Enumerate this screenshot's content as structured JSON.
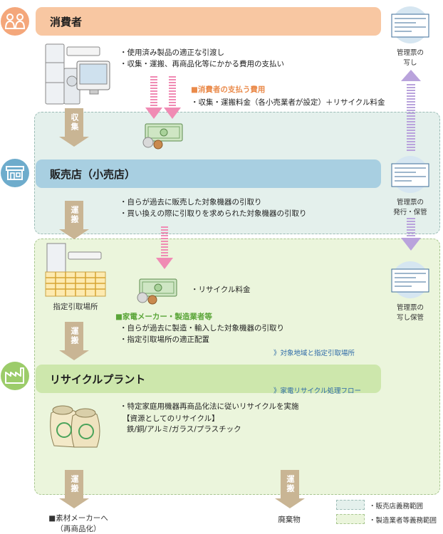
{
  "stages": {
    "consumer": "消費者",
    "retailer": "販売店（小売店）",
    "plant": "リサイクルプラント"
  },
  "consumer_bullets": [
    "・使用済み製品の適正な引渡し",
    "・収集・運搬、再商品化等にかかる費用の支払い"
  ],
  "consumer_fee": {
    "heading": "■消費者の支払う費用",
    "detail": "・収集・運搬料金（各小売業者が設定）＋リサイクル料金"
  },
  "retailer_bullets": [
    "・自らが過去に販売した対象機器の引取り",
    "・買い換えの際に引取りを求められた対象機器の引取り"
  ],
  "collection_site_label": "指定引取場所",
  "recycle_fee_label": "・リサイクル料金",
  "manufacturer": {
    "heading": "■家電メーカー・製造業者等",
    "bullets": [
      "・自らが過去に製造・輸入した対象機器の引取り",
      "・指定引取場所の適正配置"
    ],
    "link": "》対象地域と指定引取場所"
  },
  "plant": {
    "link": "》家電リサイクル処理フロー",
    "bullet": "・特定家庭用機器再商品化法に従いリサイクルを実施",
    "resource_heading": "【資源としてのリサイクル】",
    "resource_items": "鉄/銅/アルミ/ガラス/プラスチック"
  },
  "arrows": {
    "collect": "収集",
    "transport1": "運搬",
    "transport2": "運搬",
    "transport3": "運搬",
    "transport4": "運搬"
  },
  "outputs": {
    "material_maker_line1": "■素材メーカーへ",
    "material_maker_line2": "（再商品化）",
    "waste": "廃棄物"
  },
  "manifest": {
    "copy": [
      "管理票の",
      "写し"
    ],
    "issue": [
      "管理票の",
      "発行・保管"
    ],
    "copy_keep": [
      "管理票の",
      "写し保管"
    ]
  },
  "legend": {
    "retail": "・販売店義務範囲",
    "mfr": "・製造業者等義務範囲"
  },
  "colors": {
    "consumer_bar": "#f8c7a2",
    "retail_bar": "#a8cfe1",
    "plant_bar": "#cde7ac",
    "retail_zone": "#e4f0ec",
    "mfr_zone": "#ebf5dc",
    "arrow_brown": "#c9b594",
    "arrow_pink": "#f08bb4",
    "arrow_lavender": "#b9a3dc"
  }
}
